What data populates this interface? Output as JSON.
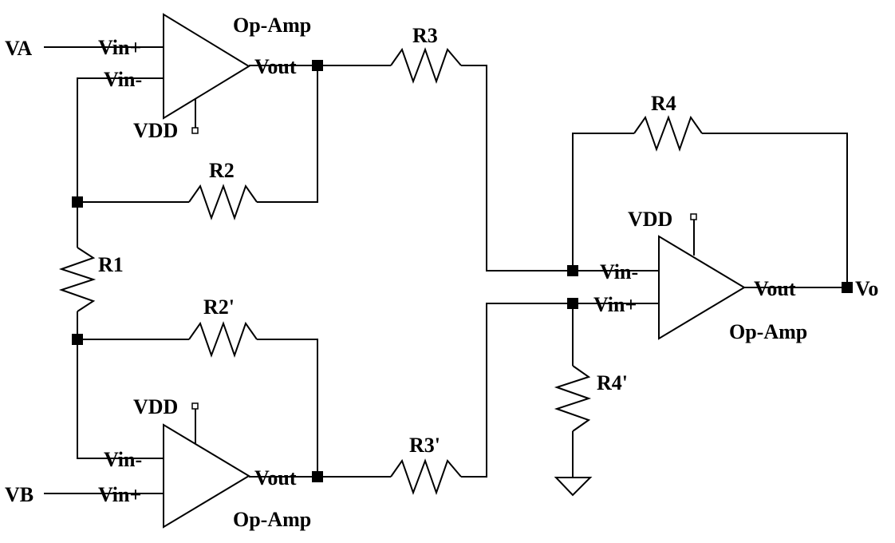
{
  "inputs": {
    "va": "VA",
    "vb": "VB"
  },
  "output": {
    "vo": "Vo"
  },
  "opamp_top": {
    "label": "Op-Amp",
    "pin_plus": "Vin+",
    "pin_minus": "Vin-",
    "pin_out": "Vout",
    "supply": "VDD"
  },
  "opamp_bottom": {
    "label": "Op-Amp",
    "pin_plus": "Vin+",
    "pin_minus": "Vin-",
    "pin_out": "Vout",
    "supply": "VDD"
  },
  "opamp_right": {
    "label": "Op-Amp",
    "pin_plus": "Vin+",
    "pin_minus": "Vin-",
    "pin_out": "Vout",
    "supply": "VDD"
  },
  "resistors": {
    "r1": "R1",
    "r2": "R2",
    "r2p": "R2'",
    "r3": "R3",
    "r3p": "R3'",
    "r4": "R4",
    "r4p": "R4'"
  },
  "colors": {
    "stroke": "#000000",
    "background": "#ffffff"
  }
}
